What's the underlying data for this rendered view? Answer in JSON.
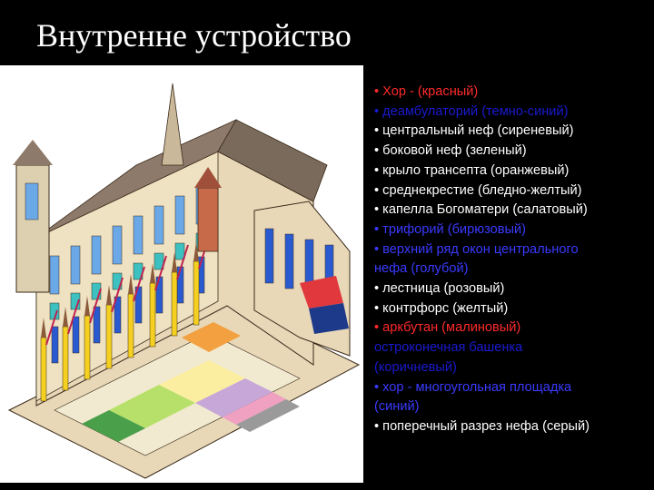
{
  "slide": {
    "title": "Внутренне устройство",
    "legend": [
      {
        "text": "• Хор - (красный)",
        "color": "#ff2a2a"
      },
      {
        "text": "• деамбулаторий (темно-синий)",
        "color": "#1a1ad0"
      },
      {
        "text": "• центральный неф (сиреневый)",
        "color": "#ffffff"
      },
      {
        "text": "• боковой неф (зеленый)",
        "color": "#ffffff"
      },
      {
        "text": "• крыло трансепта (оранжевый)",
        "color": "#ffffff"
      },
      {
        "text": "• среднекрестие (бледно-желтый)",
        "color": "#ffffff"
      },
      {
        "text": "• капелла Богоматери (салатовый)",
        "color": "#ffffff"
      },
      {
        "text": "• трифорий (бирюзовый)",
        "color": "#3a3aff"
      },
      {
        "text": "• верхний ряд окон центрального",
        "color": "#3a3aff"
      },
      {
        "text": "нефа (голубой)",
        "color": "#3a3aff"
      },
      {
        "text": "• лестница (розовый)",
        "color": "#ffffff"
      },
      {
        "text": "•  контрфорс (желтый)",
        "color": "#ffffff"
      },
      {
        "text": "• аркбутан (малиновый)",
        "color": "#ff2a2a"
      },
      {
        "text": "остроконечная башенка",
        "color": "#1a1ad0"
      },
      {
        "text": "(коричневый)",
        "color": "#1a1ad0"
      },
      {
        "text": "• хор - многоугольная площадка",
        "color": "#3a3aff"
      },
      {
        "text": "(синий)",
        "color": "#3a3aff"
      },
      {
        "text": "• поперечный разрез нефа (серый)",
        "color": "#ffffff"
      }
    ]
  },
  "illustration": {
    "icon": "cathedral-cutaway-illustration",
    "colors": {
      "red": "#e0383c",
      "darkblue": "#1d3a8a",
      "lilac": "#c7a6d8",
      "green": "#4aa04a",
      "orange": "#f2a040",
      "paleyellow": "#fbeea0",
      "lime": "#b7e06a",
      "turquoise": "#3cc0c0",
      "lightblue": "#6aa8e8",
      "pink": "#f0a0c0",
      "yellow": "#f5d020",
      "crimson": "#c02050",
      "brown": "#8a5a3a",
      "blue": "#2a5ad0",
      "gray": "#9a9a9a",
      "stone": "#e8d8b8",
      "roof": "#8e7a6a"
    }
  }
}
